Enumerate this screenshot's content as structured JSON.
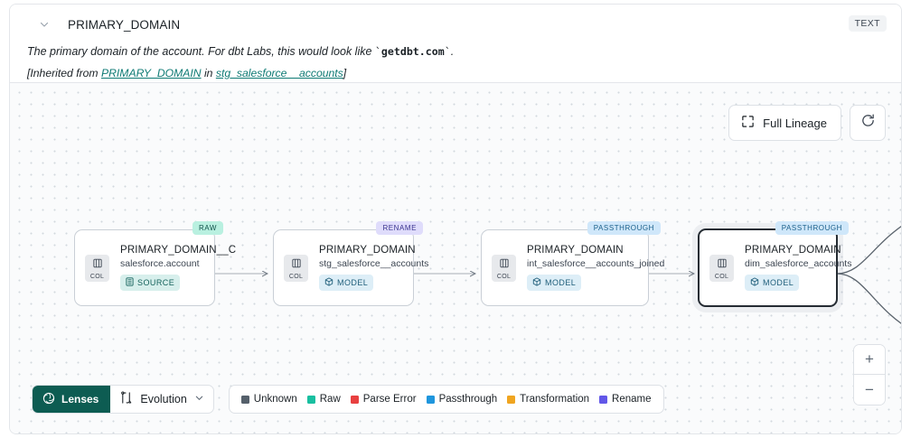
{
  "header": {
    "chevron_icon": "chevron-down-icon",
    "column_name": "PRIMARY_DOMAIN",
    "type_badge": "TEXT",
    "description_pre": "The primary domain of the account. For dbt Labs, this would look like ",
    "description_code": "getdbt.com",
    "description_post": ".",
    "inherited_prefix": "[Inherited from ",
    "inherited_link_column": "PRIMARY_DOMAIN",
    "inherited_middle": " in ",
    "inherited_link_model": "stg_salesforce__accounts",
    "inherited_suffix": "]"
  },
  "canvas": {
    "full_lineage_label": "Full Lineage",
    "full_lineage_icon": "expand-icon",
    "refresh_icon": "refresh-icon",
    "zoom_in_label": "+",
    "zoom_out_label": "−"
  },
  "nodes": [
    {
      "badge": "RAW",
      "badge_kind": "raw",
      "chip_label": "COL",
      "chip_icon": "column-icon",
      "title": "PRIMARY_DOMAIN__C",
      "subtitle": "salesforce.account",
      "tag": "SOURCE",
      "tag_kind": "source",
      "tag_icon": "database-icon",
      "selected": false
    },
    {
      "badge": "RENAME",
      "badge_kind": "rename",
      "chip_label": "COL",
      "chip_icon": "column-icon",
      "title": "PRIMARY_DOMAIN",
      "subtitle": "stg_salesforce__accounts",
      "tag": "MODEL",
      "tag_kind": "model",
      "tag_icon": "cube-icon",
      "selected": false
    },
    {
      "badge": "PASSTHROUGH",
      "badge_kind": "passthrough",
      "chip_label": "COL",
      "chip_icon": "column-icon",
      "title": "PRIMARY_DOMAIN",
      "subtitle": "int_salesforce__accounts_joined",
      "tag": "MODEL",
      "tag_kind": "model",
      "tag_icon": "cube-icon",
      "selected": false
    },
    {
      "badge": "PASSTHROUGH",
      "badge_kind": "passthrough",
      "chip_label": "COL",
      "chip_icon": "column-icon",
      "title": "PRIMARY_DOMAIN",
      "subtitle": "dim_salesforce_accounts",
      "tag": "MODEL",
      "tag_kind": "model",
      "tag_icon": "cube-icon",
      "selected": true
    }
  ],
  "bottom": {
    "lenses_label": "Lenses",
    "lenses_icon": "aperture-icon",
    "evolution_label": "Evolution",
    "evolution_icon": "evolution-icon",
    "evolution_chevron": "chevron-down-icon",
    "legend": [
      {
        "label": "Unknown",
        "color": "#55606b"
      },
      {
        "label": "Raw",
        "color": "#19bfa0"
      },
      {
        "label": "Parse Error",
        "color": "#e84040"
      },
      {
        "label": "Passthrough",
        "color": "#1f96dd"
      },
      {
        "label": "Transformation",
        "color": "#f0a520"
      },
      {
        "label": "Rename",
        "color": "#6257e8"
      }
    ]
  }
}
